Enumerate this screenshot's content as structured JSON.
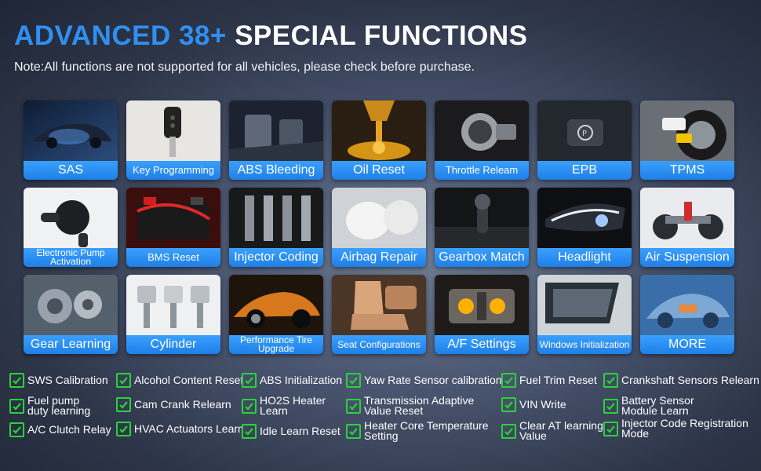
{
  "header": {
    "title_accent": "ADVANCED 38+",
    "title_rest": "SPECIAL FUNCTIONS",
    "note": "Note:All functions are not supported for all vehicles, please check before purchase."
  },
  "colors": {
    "accent": "#2f8ff0",
    "label_blue": "#2a8cf5",
    "check_green": "#2bd13a"
  },
  "tiles": [
    {
      "label": "SAS",
      "icon": "steering-car-icon"
    },
    {
      "label": "Key Programming",
      "icon": "car-key-icon"
    },
    {
      "label": "ABS Bleeding",
      "icon": "brake-pedal-icon"
    },
    {
      "label": "Oil Reset",
      "icon": "oil-pour-icon"
    },
    {
      "label": "Throttle Releam",
      "icon": "throttle-body-icon"
    },
    {
      "label": "EPB",
      "icon": "parking-brake-button-icon"
    },
    {
      "label": "TPMS",
      "icon": "tire-gauge-icon"
    },
    {
      "label": "Electronic Pump Activation",
      "icon": "water-pump-icon"
    },
    {
      "label": "BMS Reset",
      "icon": "battery-icon"
    },
    {
      "label": "Injector Coding",
      "icon": "injector-icon"
    },
    {
      "label": "Airbag Repair",
      "icon": "airbag-icon"
    },
    {
      "label": "Gearbox Match",
      "icon": "gear-shifter-icon"
    },
    {
      "label": "Headlight",
      "icon": "headlight-icon"
    },
    {
      "label": "Air Suspension",
      "icon": "suspension-chassis-icon"
    },
    {
      "label": "Gear Learning",
      "icon": "gearbox-cutaway-icon"
    },
    {
      "label": "Cylinder",
      "icon": "pistons-icon"
    },
    {
      "label": "Performance Tire Upgrade",
      "icon": "sports-car-icon"
    },
    {
      "label": "Seat Configurations",
      "icon": "car-seat-icon"
    },
    {
      "label": "A/F Settings",
      "icon": "engine-bay-icon"
    },
    {
      "label": "Windows Initialization",
      "icon": "car-window-icon"
    },
    {
      "label": "MORE",
      "icon": "xray-car-icon"
    }
  ],
  "features": [
    "SWS Calibration",
    "Alcohol Content Reset",
    "ABS Initialization",
    "Yaw Rate Sensor calibration",
    "Fuel Trim Reset",
    "Crankshaft Sensors Relearn",
    "Fuel pump\nduty learning",
    "Cam Crank Relearn",
    "HO2S Heater\nLearn",
    "Transmission Adaptive\nValue Reset",
    "VIN Write",
    "Battery Sensor\nModule Learn",
    "A/C Clutch Relay",
    "HVAC Actuators Learn",
    "Idle Learn Reset",
    "Heater Core Temperature\nSetting",
    "Clear AT learning\nValue",
    "Injector Code Registration\nMode"
  ]
}
